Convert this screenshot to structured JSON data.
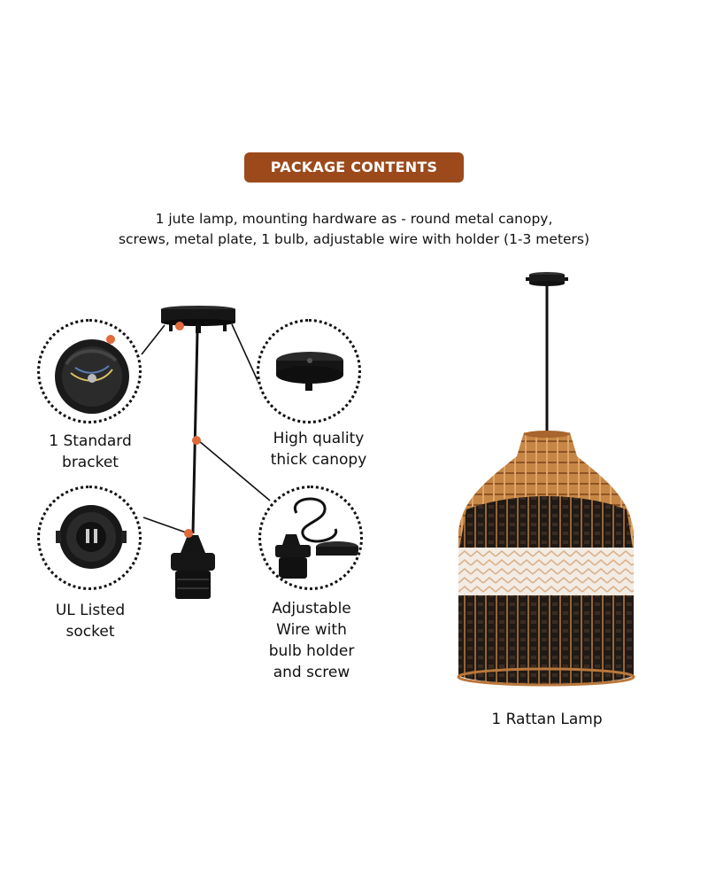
{
  "header": {
    "badge_label": "PACKAGE CONTENTS",
    "description_line1": "1 jute lamp, mounting hardware as - round metal canopy,",
    "description_line2": "screws, metal plate, 1 bulb, adjustable wire with holder (1-3 meters)"
  },
  "items": {
    "bracket": {
      "line1": "1 Standard",
      "line2": "bracket",
      "icon": "bracket-icon"
    },
    "canopy": {
      "line1": "High quality",
      "line2": "thick canopy",
      "icon": "canopy-icon"
    },
    "socket": {
      "line1": "UL Listed",
      "line2": "socket",
      "icon": "socket-icon"
    },
    "wire": {
      "line1": "Adjustable",
      "line2": "Wire with",
      "line3": "bulb holder",
      "line4": "and screw",
      "icon": "wire-holder-icon"
    }
  },
  "lamp": {
    "label": "1 Rattan Lamp"
  },
  "colors": {
    "badge": "#9c4a1c",
    "accent_dot": "#e06a3c",
    "rattan_tan": "#b9773a",
    "rattan_dark": "#1f1a16",
    "rattan_white": "#f3ece4"
  }
}
